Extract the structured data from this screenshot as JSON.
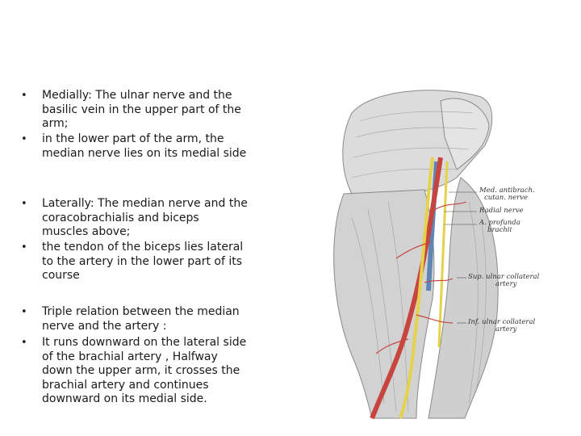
{
  "bullets": [
    {
      "text": "Medially: The ulnar nerve and the basilic vein in the upper part of the arm;"
    },
    {
      "text": "in the lower part of the arm, the median nerve lies on its medial side"
    },
    {
      "text": "Laterally: The median nerve and the coracobrachialis and biceps muscles above;"
    },
    {
      "text": "the tendon of the biceps lies lateral to the artery in the lower part of its course"
    },
    {
      "text": "Triple relation between the median nerve and the artery :"
    },
    {
      "text": "It runs downward on the lateral side of the brachial artery , Halfway down the upper arm, it crosses the brachial artery and continues downward on its medial side."
    }
  ],
  "bullet_glyph": "•",
  "figure": {
    "labels": {
      "med_antibrach_1": "Med. antibrach.",
      "med_antibrach_2": "cutan. nerve",
      "radial_nerve": "Radial nerve",
      "profunda_1": "A. profunda",
      "profunda_2": "brachii",
      "sup_ulnar_1": "Sup. ulnar collateral",
      "sup_ulnar_2": "artery",
      "inf_ulnar_1": "Inf. ulnar collateral",
      "inf_ulnar_2": "artery"
    },
    "colors": {
      "artery": "#c8453f",
      "nerve": "#e6d24a",
      "vein": "#5e86b5",
      "muscle": "#d4d4d4",
      "muscle_line": "#8a8a8a"
    }
  }
}
